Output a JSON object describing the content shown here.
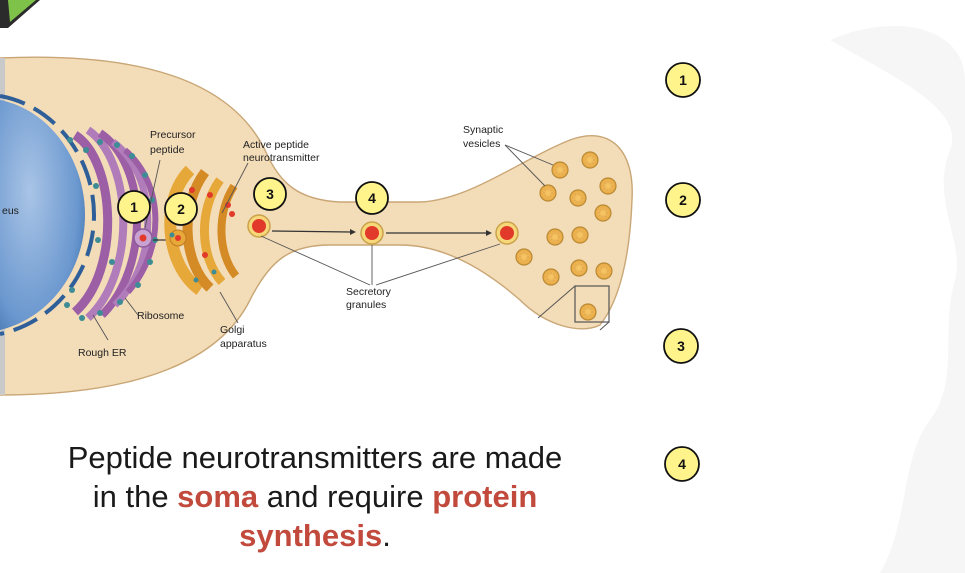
{
  "diagram": {
    "labels": {
      "nucleus_fragment": "eus",
      "precursor_peptide": [
        "Precursor",
        "peptide"
      ],
      "active_peptide": [
        "Active peptide",
        "neurotransmitter"
      ],
      "synaptic_vesicles": [
        "Synaptic",
        "vesicles"
      ],
      "ribosome": "Ribosome",
      "rough_er": "Rough ER",
      "golgi": [
        "Golgi",
        "apparatus"
      ],
      "secretory_granules": [
        "Secretory",
        "granules"
      ]
    },
    "step_markers": [
      "1",
      "2",
      "3",
      "4"
    ]
  },
  "side_list": {
    "markers": [
      "1",
      "2",
      "3",
      "4"
    ]
  },
  "caption": {
    "line1": "Peptide neurotransmitters are made",
    "line2_prefix": "in the ",
    "line2_highlight1": "soma",
    "line2_middle": " and require ",
    "line2_highlight2": "protein",
    "line3_highlight": "synthesis",
    "line3_suffix": "."
  },
  "colors": {
    "cell_fill": "#f3dcb8",
    "nucleus": "#6b98cf",
    "rough_er": "#9c5fa6",
    "golgi": "#e7a83a",
    "granule_core": "#e23a2a",
    "marker_fill": "#fff48c",
    "highlight_text": "#c24a3d"
  }
}
